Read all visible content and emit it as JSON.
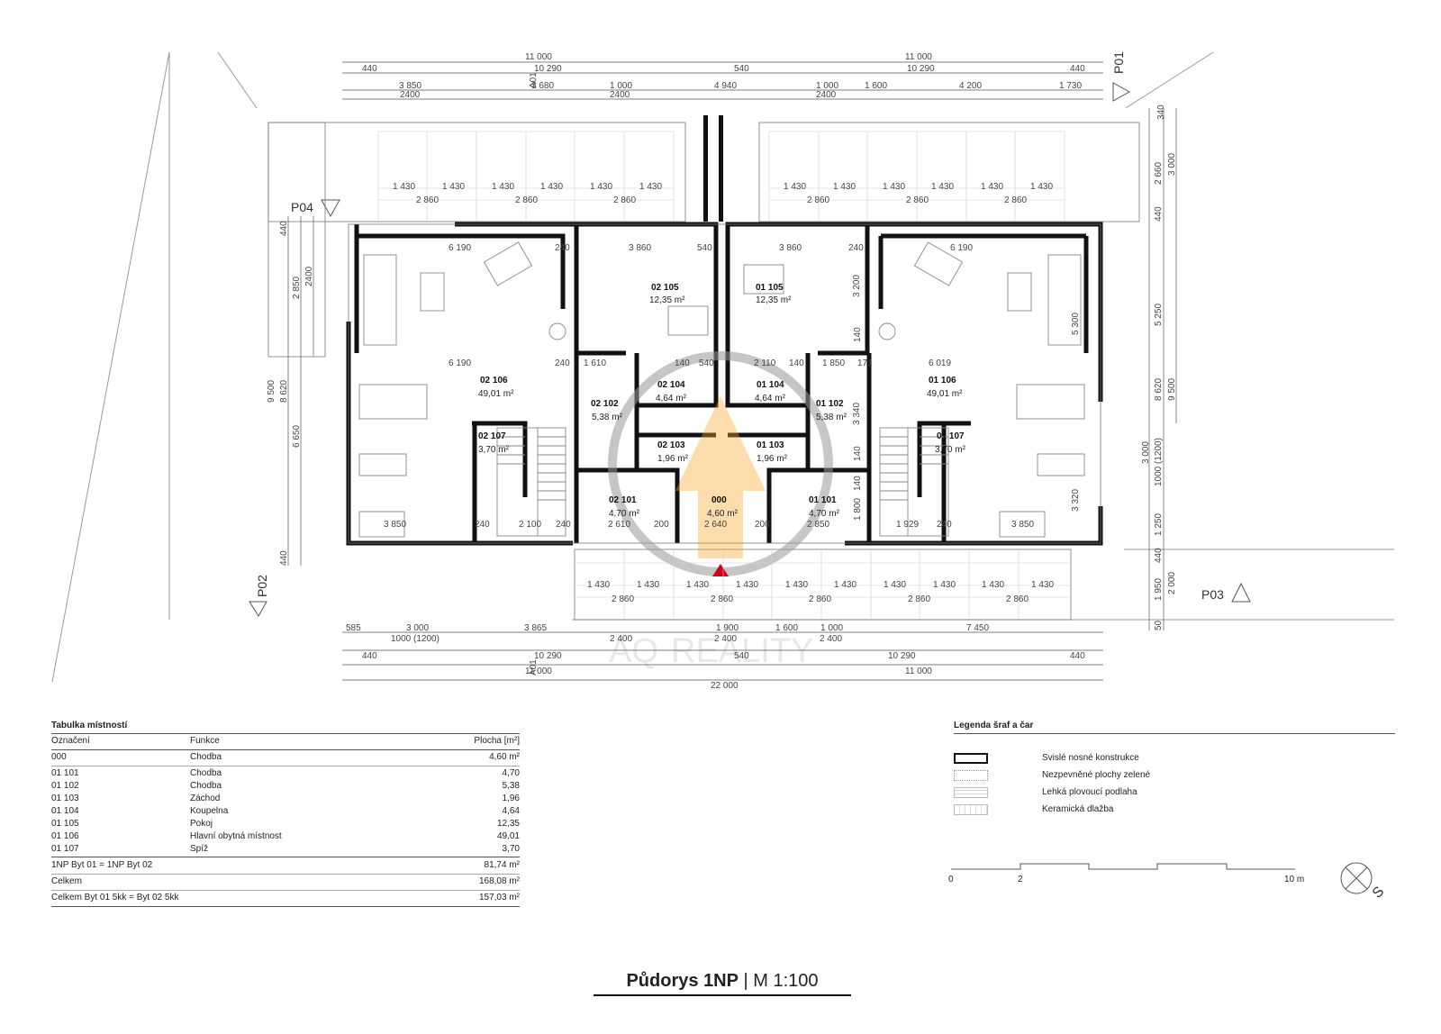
{
  "drawing": {
    "title_bold": "Půdorys 1NP",
    "title_rest": "| M 1:100",
    "watermark_brand": "AQ",
    "watermark_sub": "REALITY",
    "colors": {
      "wall": "#111111",
      "accent_orange": "#f5a623",
      "marker_red": "#d0021b"
    }
  },
  "section_marks": [
    "P01",
    "P02",
    "P03",
    "P04",
    "A01",
    "A01"
  ],
  "dims_top": {
    "row1": [
      "11 000",
      "11 000"
    ],
    "row2": [
      "440",
      "10 290",
      "540",
      "10 290",
      "440"
    ],
    "row3": [
      "3 850",
      "3 680",
      "1 000",
      "4 940",
      "1 000",
      "1 600",
      "4 200",
      "1 730"
    ],
    "row4": [
      "2400",
      "2400",
      "2400"
    ]
  },
  "dims_bottom": {
    "row1": [
      "585",
      "3 000",
      "3 865",
      "1 900",
      "1 600",
      "1 000",
      "7 450"
    ],
    "row1b": [
      "1000 (1200)",
      "2 400",
      "2 400",
      "2 400"
    ],
    "row2": [
      "440",
      "10 290",
      "540",
      "10 290",
      "440"
    ],
    "row3": [
      "11 000",
      "11 000"
    ],
    "row4": [
      "22 000"
    ]
  },
  "dims_terrace_top": [
    "1 430",
    "1 430",
    "1 430",
    "1 430",
    "1 430",
    "1 430",
    "2 860",
    "2 860",
    "2 860"
  ],
  "dims_terrace_bottom": [
    "1 430",
    "1 430",
    "1 430",
    "1 430",
    "1 430",
    "1 430",
    "1 430",
    "1 430",
    "1 430",
    "1 430",
    "2 860",
    "2 860",
    "2 860",
    "2 860",
    "2 860"
  ],
  "dims_left": [
    "440",
    "2 850",
    "2400",
    "9 500",
    "8 620",
    "6 650",
    "440"
  ],
  "dims_right": [
    "340",
    "2 660",
    "3 000",
    "440",
    "5 250",
    "8 620",
    "9 500",
    "3 000",
    "1000 (1200)",
    "1 250",
    "440",
    "1 950",
    "2 000",
    "50"
  ],
  "dims_interior": [
    "6 190",
    "240",
    "3 860",
    "540",
    "3 860",
    "240",
    "6 190",
    "3 200",
    "5 300",
    "6 190",
    "240",
    "1 610",
    "140",
    "540",
    "2 110",
    "140",
    "1 850",
    "171",
    "6 019",
    "3 340",
    "140",
    "3 320",
    "3 850",
    "240",
    "2 100",
    "240",
    "2 610",
    "200",
    "2 640",
    "200",
    "2 850",
    "1 800",
    "1 929",
    "240",
    "3 850",
    "140",
    "140"
  ],
  "rooms": [
    {
      "code": "02 105",
      "area": "12,35 m²"
    },
    {
      "code": "01 105",
      "area": "12,35 m²"
    },
    {
      "code": "02 106",
      "area": "49,01 m²"
    },
    {
      "code": "01 106",
      "area": "49,01 m²"
    },
    {
      "code": "02 104",
      "area": "4,64 m²"
    },
    {
      "code": "01 104",
      "area": "4,64 m²"
    },
    {
      "code": "02 102",
      "area": "5,38 m²"
    },
    {
      "code": "01 102",
      "area": "5,38 m²"
    },
    {
      "code": "02 103",
      "area": "1,96 m²"
    },
    {
      "code": "01 103",
      "area": "1,96 m²"
    },
    {
      "code": "02 107",
      "area": "3,70 m²"
    },
    {
      "code": "01 107",
      "area": "3,70 m²"
    },
    {
      "code": "02 101",
      "area": "4,70 m²"
    },
    {
      "code": "000",
      "area": "4,60 m²"
    },
    {
      "code": "01 101",
      "area": "4,70 m²"
    }
  ],
  "room_table": {
    "title": "Tabulka místností",
    "headers": [
      "Označení",
      "Funkce",
      "Plocha [m²]"
    ],
    "rows": [
      [
        "000",
        "Chodba",
        "4,60 m²"
      ],
      [
        "01 101",
        "Chodba",
        "4,70"
      ],
      [
        "01 102",
        "Chodba",
        "5,38"
      ],
      [
        "01 103",
        "Záchod",
        "1,96"
      ],
      [
        "01 104",
        "Koupelna",
        "4,64"
      ],
      [
        "01 105",
        "Pokoj",
        "12,35"
      ],
      [
        "01 106",
        "Hlavní obytná místnost",
        "49,01"
      ],
      [
        "01 107",
        "Spíž",
        "3,70"
      ]
    ],
    "totals": [
      [
        "1NP Byt 01 = 1NP Byt 02",
        "81,74 m²"
      ],
      [
        "Celkem",
        "168,08 m²"
      ],
      [
        "Celkem Byt 01 5kk = Byt 02 5kk",
        "157,03 m²"
      ]
    ]
  },
  "legend": {
    "title": "Legenda šraf a čar",
    "items": [
      "Svislé nosné konstrukce",
      "Nezpevněné plochy zelené",
      "Lehká plovoucí podlaha",
      "Keramická dlažba"
    ]
  },
  "scale_bar": {
    "labels": [
      "0",
      "2",
      "10 m"
    ]
  },
  "north": {
    "label": "S"
  }
}
